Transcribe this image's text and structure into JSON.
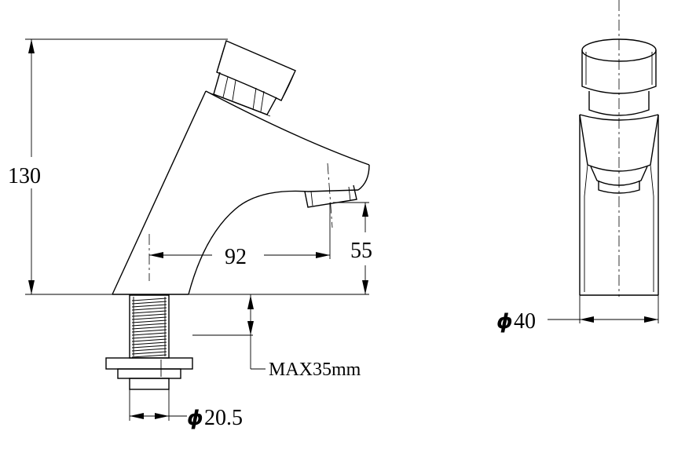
{
  "dimensions": {
    "height": "130",
    "spout_reach": "92",
    "spout_height": "55",
    "max_thickness": "MAX35mm",
    "phi_symbol": "ϕ",
    "thread_diameter": "20.5",
    "base_diameter": "40"
  }
}
